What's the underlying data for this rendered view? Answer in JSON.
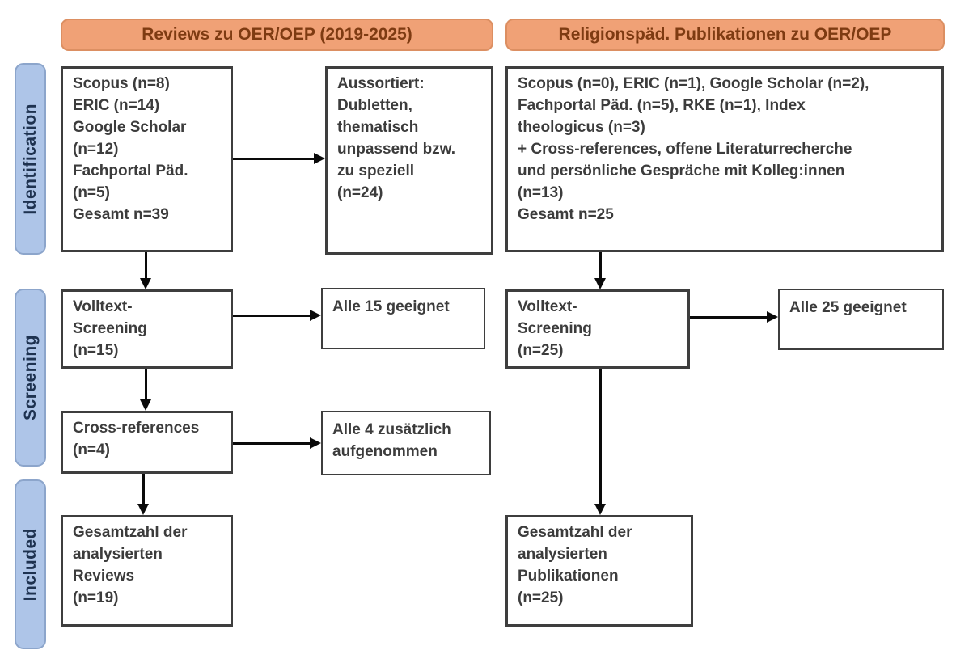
{
  "diagram": {
    "type": "prisma-flowchart",
    "stages": {
      "identification": "Identification",
      "screening": "Screening",
      "included": "Included"
    },
    "left": {
      "header": "Reviews zu OER/OEP (2019-2025)",
      "sources_box": "Scopus (n=8)\nERIC (n=14)\nGoogle Scholar\n(n=12)\nFachportal Päd.\n(n=5)\nGesamt n=39",
      "excluded_box": "Aussortiert:\nDubletten,\nthematisch\nunpassend bzw.\nzu speziell\n(n=24)",
      "fulltext_box": "Volltext-\nScreening\n(n=15)",
      "fulltext_result_box": "Alle 15 geeignet",
      "crossref_box": "Cross-references\n(n=4)",
      "crossref_result_box": "Alle 4 zusätzlich\naufgenommen",
      "included_box": "Gesamtzahl der\nanalysierten\nReviews\n(n=19)"
    },
    "right": {
      "header": "Religionspäd. Publikationen zu OER/OEP",
      "sources_box": "Scopus (n=0), ERIC (n=1), Google Scholar (n=2),\nFachportal Päd. (n=5), RKE (n=1), Index\ntheologicus (n=3)\n+ Cross-references, offene Literaturrecherche\nund persönliche Gespräche mit Kolleg:innen\n(n=13)\nGesamt n=25",
      "fulltext_box": "Volltext-\nScreening\n(n=25)",
      "fulltext_result_box": "Alle 25 geeignet",
      "included_box": "Gesamtzahl der\nanalysierten\nPublikationen\n(n=25)"
    },
    "colors": {
      "header_fill": "#f0a176",
      "header_border": "#dc8f62",
      "header_text": "#7e3b12",
      "stage_fill": "#aec5e8",
      "stage_border": "#8ca5cb",
      "stage_text": "#1e3250",
      "box_border": "#3e3e3e",
      "box_text": "#3c3c3c",
      "arrow": "#0a0a0a",
      "background": "#ffffff"
    }
  }
}
